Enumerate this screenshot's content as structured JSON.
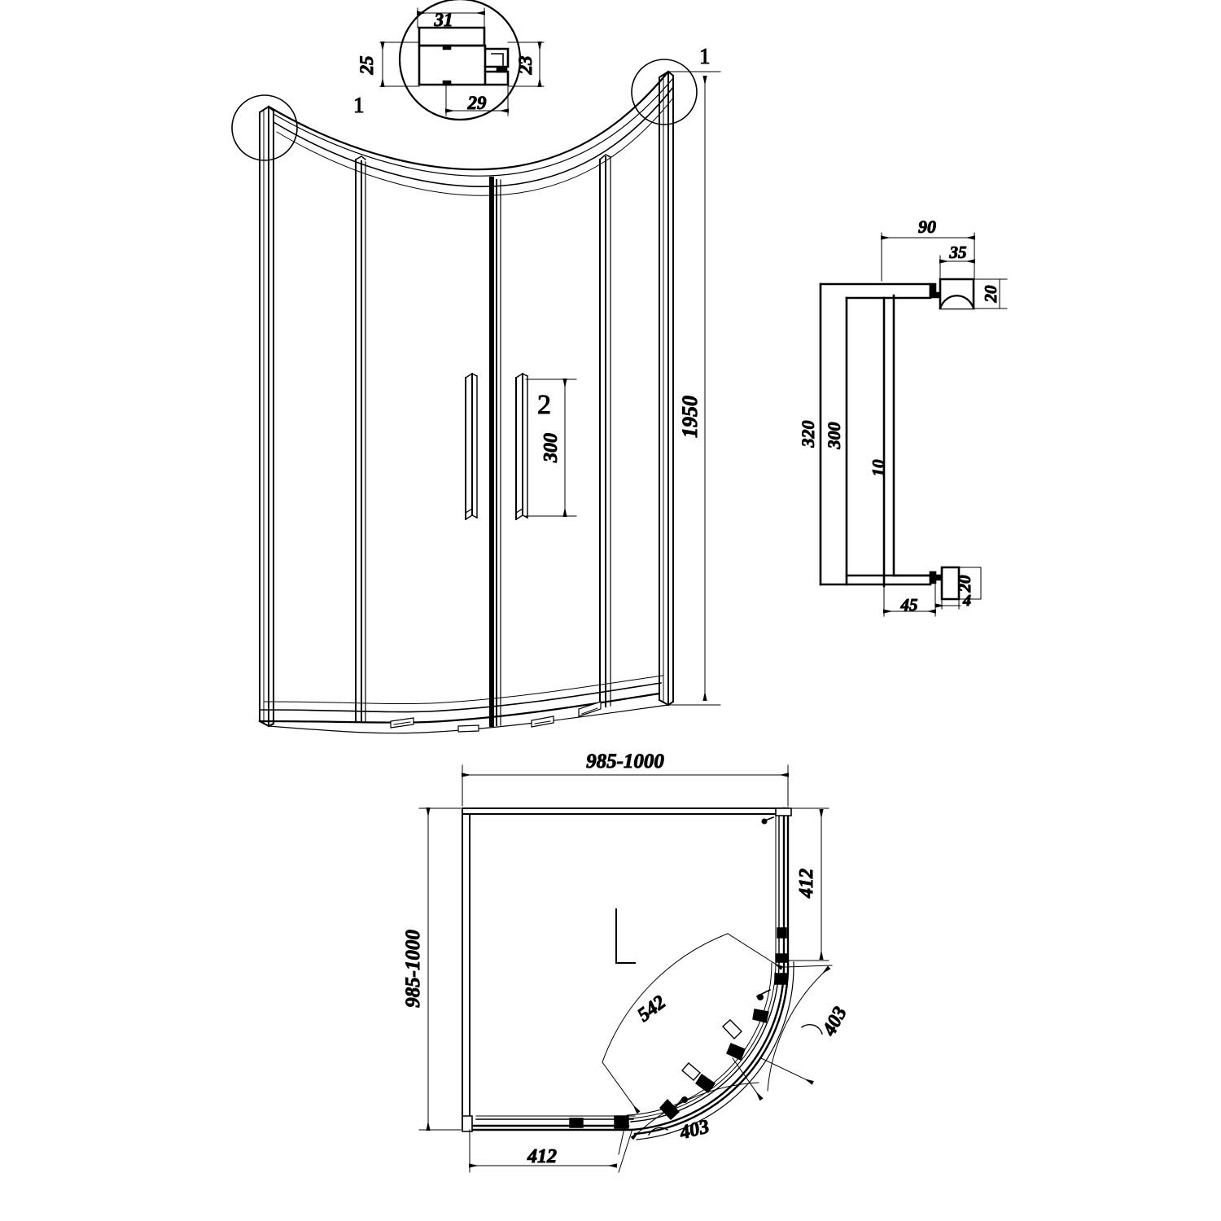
{
  "drawing": {
    "title": "Quadrant sliding shower enclosure – technical drawing",
    "line_color": "#000000",
    "background": "#ffffff",
    "views": [
      {
        "name": "front-elevation",
        "label": ""
      },
      {
        "name": "detail-1-section",
        "label": ""
      },
      {
        "name": "handle-detail",
        "label": ""
      },
      {
        "name": "plan-view",
        "label": ""
      }
    ]
  },
  "detail_callouts": {
    "callout_1_left": "1",
    "callout_1_right": "1",
    "callout_2": "2"
  },
  "detail_section_1": {
    "dim_top": "31",
    "dim_left": "25",
    "dim_right": "23",
    "dim_bottom": "29"
  },
  "elevation": {
    "height_dim": "1950",
    "handle_length_dim": "300",
    "width_dim": "985-1000"
  },
  "handle_detail": {
    "dim_top_width": "90",
    "dim_top_inner": "35",
    "dim_right_top": "20",
    "dim_left_outer": "320",
    "dim_left_inner": "300",
    "dim_center": "10",
    "dim_bottom_width": "45",
    "dim_right_bottom": "20",
    "dim_bottom_small": "4"
  },
  "plan": {
    "dim_top_width": "985-1000",
    "dim_left_height": "985-1000",
    "dim_right_412": "412",
    "dim_bottom_412": "412",
    "dim_arc_542": "542",
    "dim_arc_403_right": "403",
    "dim_arc_403_bottom": "403"
  }
}
